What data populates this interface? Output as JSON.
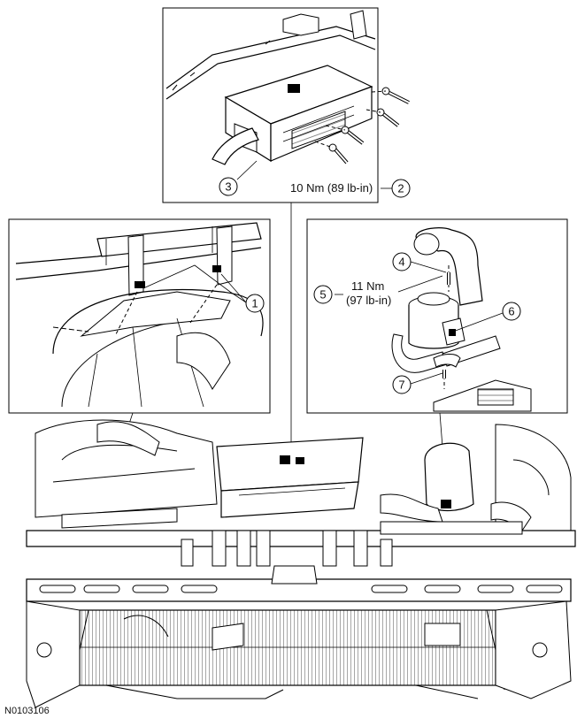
{
  "callouts": {
    "c1": "1",
    "c2": "2",
    "c3": "3",
    "c4": "4",
    "c5": "5",
    "c6": "6",
    "c7": "7"
  },
  "torques": {
    "top_torque": "10 Nm (89 lb-in)",
    "right_torque_line1": "11 Nm",
    "right_torque_line2": "(97 lb-in)"
  },
  "figure_id": "N0103106"
}
